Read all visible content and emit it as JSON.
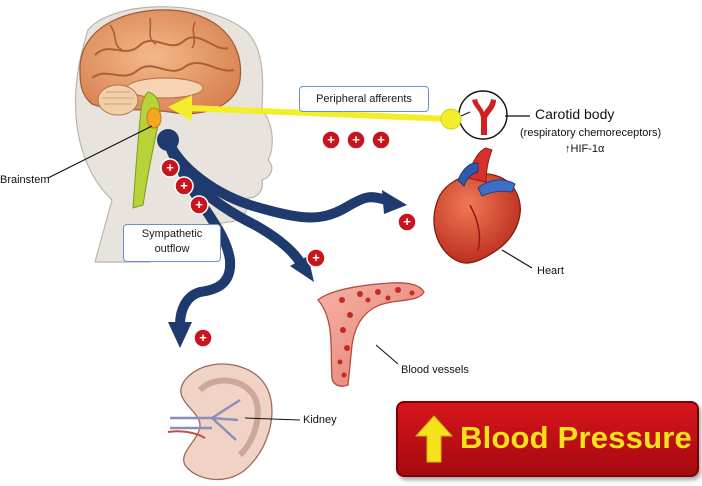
{
  "labels": {
    "brainstem": "Brainstem",
    "peripheral_afferents": "Peripheral afferents",
    "carotid_body": "Carotid body",
    "respiratory_chemoreceptors": "(respiratory chemoreceptors)",
    "hif": "↑HIF-1α",
    "sympathetic_line1": "Sympathetic",
    "sympathetic_line2": "outflow",
    "heart": "Heart",
    "blood_vessels": "Blood vessels",
    "kidney": "Kidney",
    "blood_pressure": "Blood Pressure"
  },
  "plus_sign": "+",
  "colors": {
    "afferent_arrow": "#f2ee2a",
    "efferent_arrow": "#1f3a6e",
    "plus_badge": "#c8141c",
    "bp_box": "#c8141c",
    "bp_text": "#f5e21a",
    "box_border": "#6d8fc6"
  }
}
